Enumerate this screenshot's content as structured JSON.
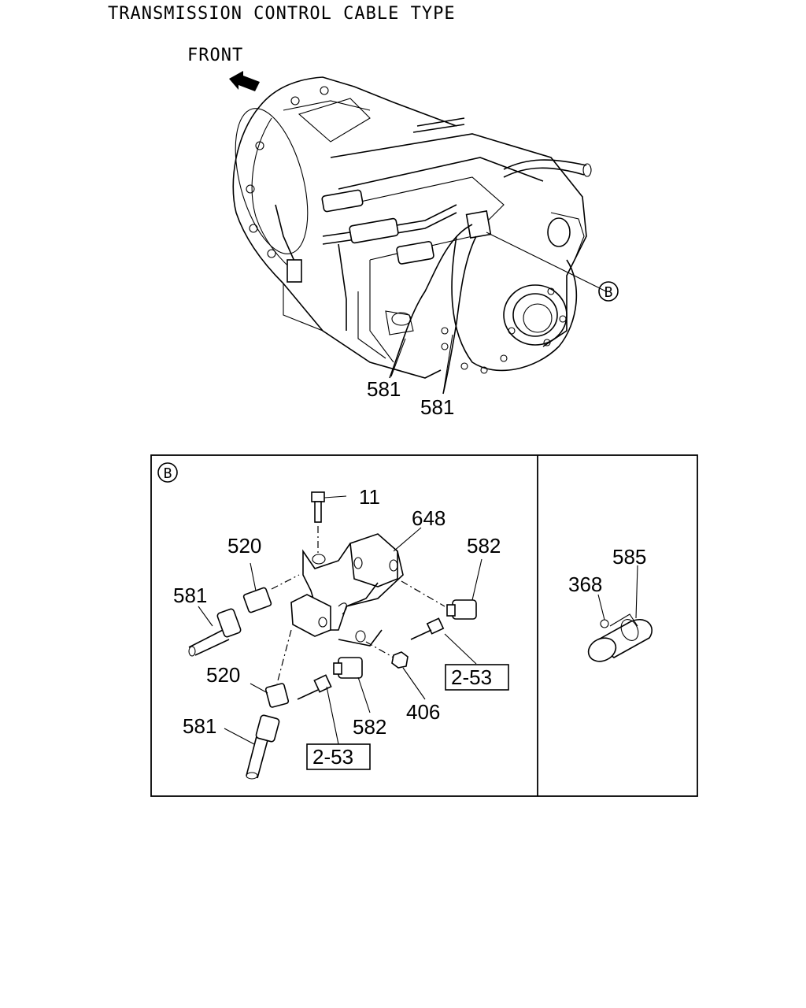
{
  "title": "TRANSMISSION CONTROL CABLE TYPE",
  "front_label": "FRONT",
  "callout_b": "B",
  "top_labels": {
    "cable_left": "581",
    "cable_right": "581"
  },
  "detail_b": {
    "marker": "B",
    "labels": {
      "bolt": "11",
      "bracket": "648",
      "connector_upper_left": "520",
      "cable_upper_left": "581",
      "elbow_upper_right": "582",
      "ref_upper": "2-53",
      "connector_lower_left": "520",
      "cable_lower_left": "581",
      "elbow_lower": "582",
      "nut": "406",
      "ref_lower": "2-53"
    }
  },
  "detail_side": {
    "labels": {
      "clip": "368",
      "part": "585"
    }
  }
}
